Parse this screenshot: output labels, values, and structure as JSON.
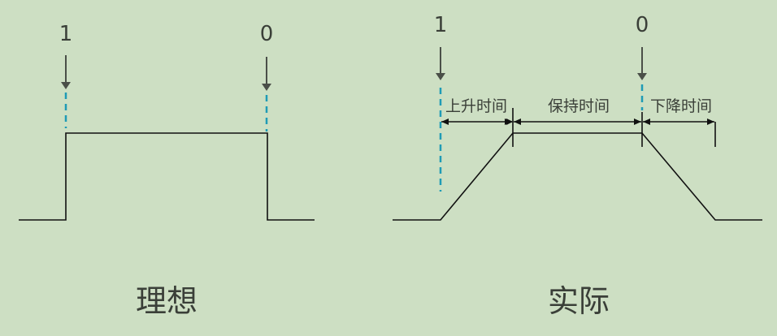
{
  "colors": {
    "background": "#cddfc3",
    "waveform": "#111111",
    "arrow": "#4a4f48",
    "dashed_marker": "#1f9bb5",
    "text": "#3a3f38"
  },
  "ideal": {
    "caption": "理想",
    "on_marker_label": "1",
    "off_marker_label": "0"
  },
  "actual": {
    "caption": "实际",
    "on_marker_label": "1",
    "off_marker_label": "0",
    "segments": [
      {
        "label": "上升时间"
      },
      {
        "label": "保持时间"
      },
      {
        "label": "下降时间"
      }
    ]
  }
}
